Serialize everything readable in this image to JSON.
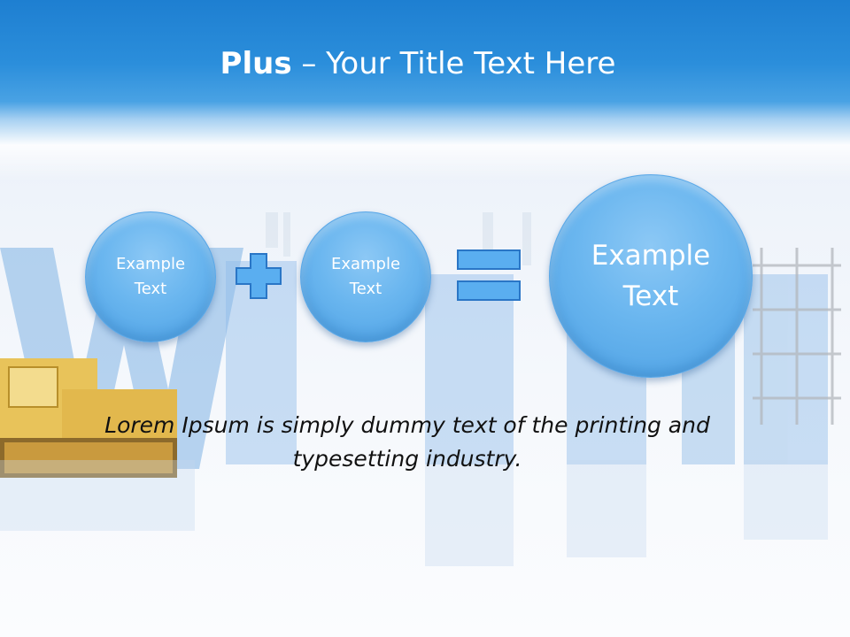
{
  "slide": {
    "title_bold": "Plus",
    "title_rest": " – Your Title Text Here",
    "circle_left": "Example\nText",
    "circle_middle": "Example\nText",
    "circle_result": "Example\nText",
    "body_text": "Lorem Ipsum is simply dummy text of the printing and typesetting industry.",
    "plus_icon": "plus-icon",
    "equals_icon": "equals-icon"
  },
  "colors": {
    "header_blue": "#2b8edb",
    "circle_blue": "#6ab6ef",
    "operator_blue": "#5aaef0",
    "operator_stroke": "#2a76c6"
  }
}
